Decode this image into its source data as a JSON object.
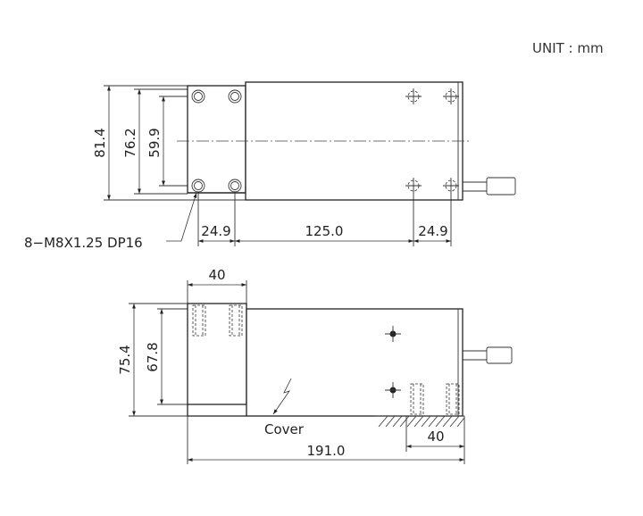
{
  "unit_label": "UNIT : mm",
  "top_view": {
    "dim_height_outer": "81.4",
    "dim_height_mid": "76.2",
    "dim_height_inner": "59.9",
    "dim_left_span": "24.9",
    "dim_center_span": "125.0",
    "dim_right_span": "24.9",
    "thread_callout": "8−M8X1.25 DP16"
  },
  "side_view": {
    "dim_top_width": "40",
    "dim_height_outer": "75.4",
    "dim_height_inner": "67.8",
    "cover_label": "Cover",
    "dim_bottom_right": "40",
    "dim_total_length": "191.0"
  }
}
